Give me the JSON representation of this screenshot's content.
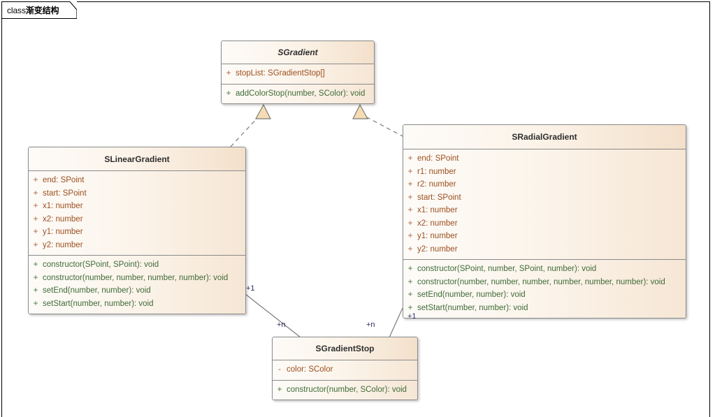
{
  "frame": {
    "keyword": "class",
    "name": "渐变结构"
  },
  "classes": [
    {
      "id": "sgradient",
      "name": "SGradient",
      "abstract": true,
      "attributes": [
        {
          "visibility": "+",
          "signature": "stopList: SGradientStop[]"
        }
      ],
      "methods": [
        {
          "visibility": "+",
          "signature": "addColorStop(number, SColor): void"
        }
      ]
    },
    {
      "id": "slineargradient",
      "name": "SLinearGradient",
      "abstract": false,
      "attributes": [
        {
          "visibility": "+",
          "signature": "end: SPoint"
        },
        {
          "visibility": "+",
          "signature": "start: SPoint"
        },
        {
          "visibility": "+",
          "signature": "x1: number"
        },
        {
          "visibility": "+",
          "signature": "x2: number"
        },
        {
          "visibility": "+",
          "signature": "y1: number"
        },
        {
          "visibility": "+",
          "signature": "y2: number"
        }
      ],
      "methods": [
        {
          "visibility": "+",
          "signature": "constructor(SPoint, SPoint): void"
        },
        {
          "visibility": "+",
          "signature": "constructor(number, number, number, number): void"
        },
        {
          "visibility": "+",
          "signature": "setEnd(number, number): void"
        },
        {
          "visibility": "+",
          "signature": "setStart(number, number): void"
        }
      ]
    },
    {
      "id": "sradialgradient",
      "name": "SRadialGradient",
      "abstract": false,
      "attributes": [
        {
          "visibility": "+",
          "signature": "end: SPoint"
        },
        {
          "visibility": "+",
          "signature": "r1: number"
        },
        {
          "visibility": "+",
          "signature": "r2: number"
        },
        {
          "visibility": "+",
          "signature": "start: SPoint"
        },
        {
          "visibility": "+",
          "signature": "x1: number"
        },
        {
          "visibility": "+",
          "signature": "x2: number"
        },
        {
          "visibility": "+",
          "signature": "y1: number"
        },
        {
          "visibility": "+",
          "signature": "y2: number"
        }
      ],
      "methods": [
        {
          "visibility": "+",
          "signature": "constructor(SPoint, number, SPoint, number): void"
        },
        {
          "visibility": "+",
          "signature": "constructor(number, number, number, number, number, number): void"
        },
        {
          "visibility": "+",
          "signature": "setEnd(number, number): void"
        },
        {
          "visibility": "+",
          "signature": "setStart(number, number): void"
        }
      ]
    },
    {
      "id": "sgradientstop",
      "name": "SGradientStop",
      "abstract": false,
      "attributes": [
        {
          "visibility": "-",
          "signature": "color: SColor"
        }
      ],
      "methods": [
        {
          "visibility": "+",
          "signature": "constructor(number, SColor): void"
        }
      ]
    }
  ],
  "connectors": [
    {
      "id": "gen-linear",
      "kind": "generalization-dashed",
      "from": "SLinearGradient",
      "to": "SGradient"
    },
    {
      "id": "gen-radial",
      "kind": "generalization-dashed",
      "from": "SRadialGradient",
      "to": "SGradient"
    },
    {
      "id": "assoc-linear-stop",
      "kind": "association",
      "from": "SLinearGradient",
      "to": "SGradientStop"
    },
    {
      "id": "assoc-radial-stop",
      "kind": "association",
      "from": "SRadialGradient",
      "to": "SGradientStop"
    }
  ],
  "multiplicities": {
    "linear_source": "+1",
    "linear_target": "+n",
    "radial_source": "+1",
    "radial_target": "+n"
  },
  "colors": {
    "box_border": "#8a8a8a",
    "header_fill_start": "#fdfbf8",
    "header_fill_end": "#f3e0cb",
    "attribute_text": "#9c4f1f",
    "method_text": "#3f6b37",
    "class_name_text": "#2e2e2e",
    "connector": "#7a7a7a",
    "arrowhead_fill": "#f5dcb4",
    "multiplicity_text": "#2b2b5f",
    "frame_border": "#000000",
    "canvas": "#ffffff"
  }
}
